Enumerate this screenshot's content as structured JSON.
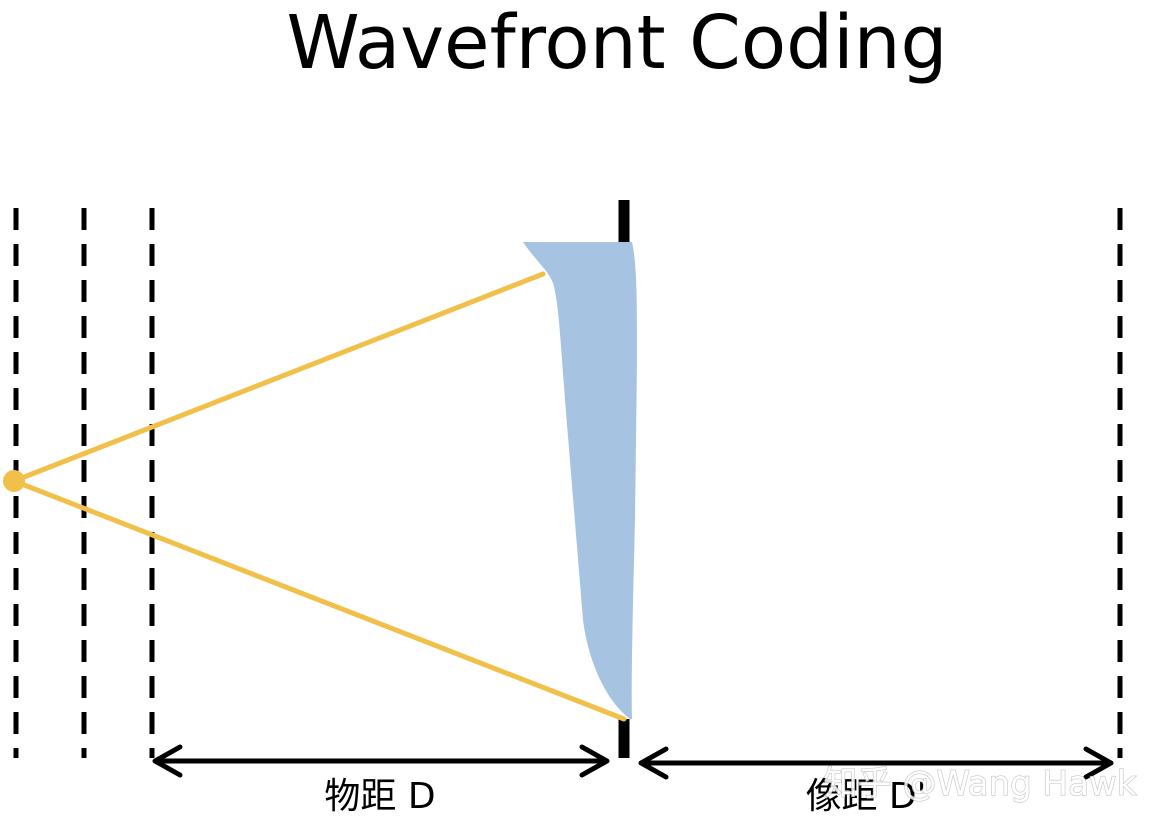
{
  "title": "Wavefront Coding",
  "labels": {
    "object_distance": "物距 D",
    "image_distance": "像距 D'"
  },
  "watermark": "知乎 @Wang Hawk",
  "colors": {
    "ray": "#f0c04a",
    "lens": "#a6c4e2",
    "line": "#000000",
    "background": "#ffffff"
  }
}
